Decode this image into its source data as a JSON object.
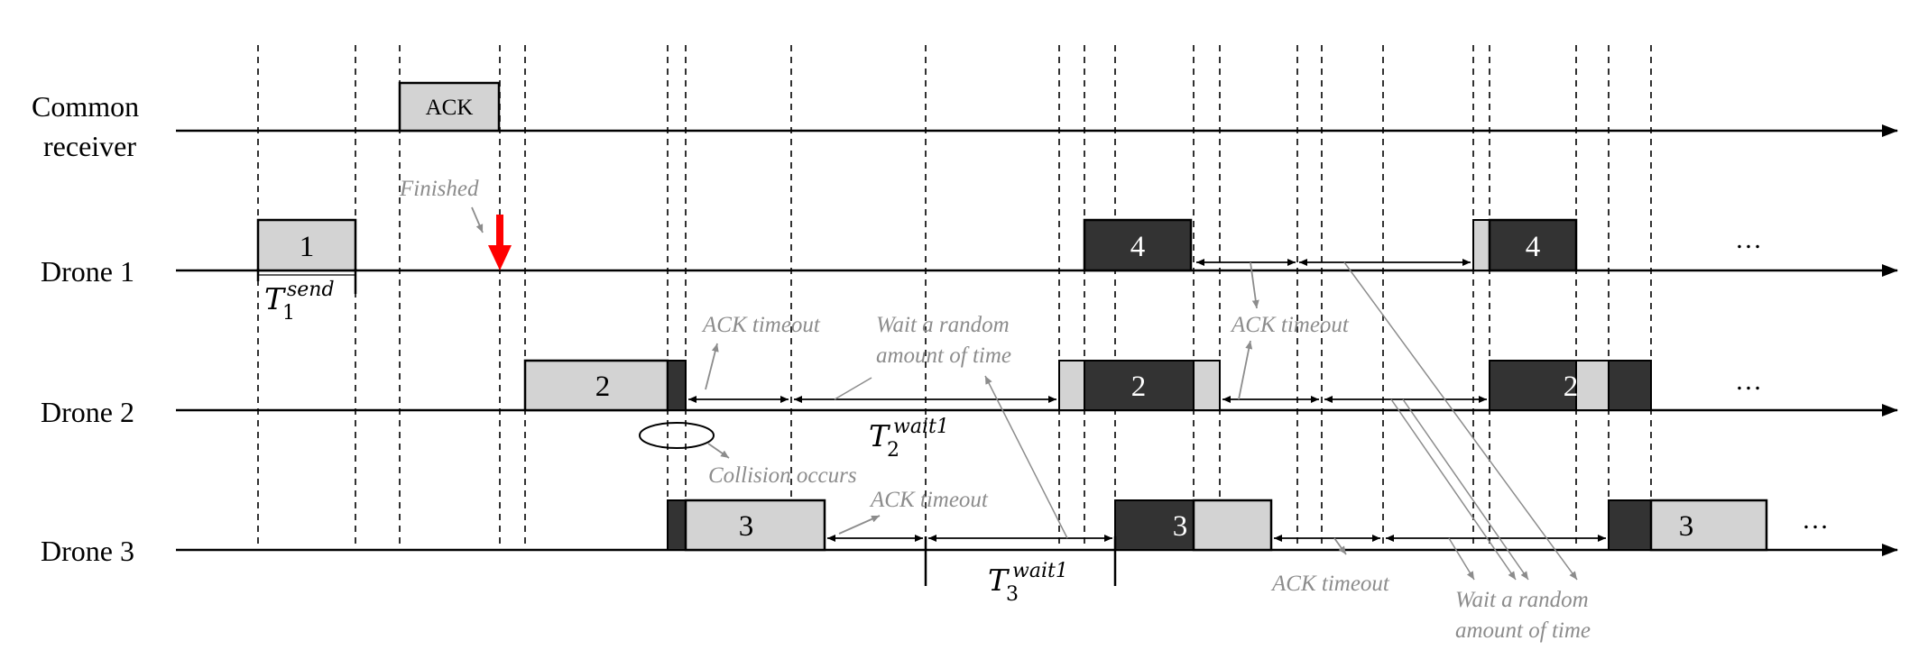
{
  "lanes": {
    "receiver_line1": "Common",
    "receiver_line2": "receiver",
    "drone1": "Drone 1",
    "drone2": "Drone 2",
    "drone3": "Drone 3"
  },
  "packets": {
    "ack": "ACK",
    "d1_first": "1",
    "d1_second": "4",
    "d1_third": "4",
    "d2_first": "2",
    "d2_second": "2",
    "d2_third": "2",
    "d3_first": "3",
    "d3_second": "3",
    "d3_third": "3"
  },
  "annotations": {
    "finished": "Finished",
    "ack_timeout_d2": "ACK timeout",
    "ack_timeout_d3": "ACK timeout",
    "ack_timeout_d1": "ACK timeout",
    "ack_timeout_bottom": "ACK timeout",
    "wait_line1": "Wait a random",
    "wait_line2": "amount of time",
    "wait_bottom_line1": "Wait a random",
    "wait_bottom_line2": "amount of time",
    "collision": "Collision occurs"
  },
  "timing_labels": {
    "t1_base": "T",
    "t1_sub": "1",
    "t1_sup": "send",
    "t2_base": "T",
    "t2_sub": "2",
    "t2_sup": "wait1",
    "t3_base": "T",
    "t3_sub": "3",
    "t3_sup": "wait1"
  },
  "continuation": {
    "drone1": "…",
    "drone2": "…",
    "drone3": "…"
  },
  "colors": {
    "light_packet": "#d3d3d3",
    "dark_packet": "#333333",
    "annotation": "#8c8c8c",
    "finished_arrow": "#ff0000"
  }
}
